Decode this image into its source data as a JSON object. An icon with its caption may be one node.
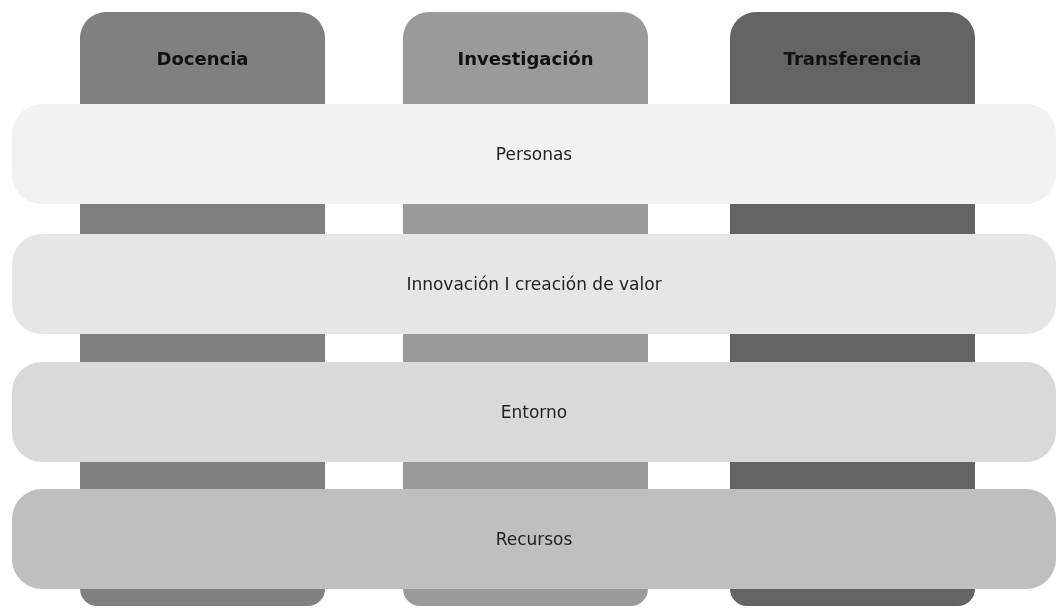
{
  "diagram": {
    "nodes": [
      {
        "text": [
          "Docencia"
        ]
      },
      {
        "text": [
          "Investigación"
        ]
      },
      {
        "text": [
          "Transferencia"
        ]
      },
      {
        "text": [
          "Personas"
        ]
      },
      {
        "text": [],
        "shape": "bar"
      },
      {
        "text": [],
        "shape": "bar"
      },
      {
        "text": [],
        "shape": "bar"
      },
      {
        "text": [
          "Innovación I creación de valor"
        ]
      },
      {
        "text": [],
        "shape": "bar"
      },
      {
        "text": [],
        "shape": "bar"
      },
      {
        "text": [],
        "shape": "bar"
      },
      {
        "text": [
          "Entorno"
        ]
      },
      {
        "text": [],
        "shape": "bar"
      },
      {
        "text": [],
        "shape": "bar"
      },
      {
        "text": [],
        "shape": "bar"
      },
      {
        "text": [
          "Recursos"
        ]
      },
      {
        "text": [],
        "shape": "bar"
      },
      {
        "text": [],
        "shape": "bar"
      },
      {
        "text": [],
        "shape": "bar"
      }
    ]
  }
}
